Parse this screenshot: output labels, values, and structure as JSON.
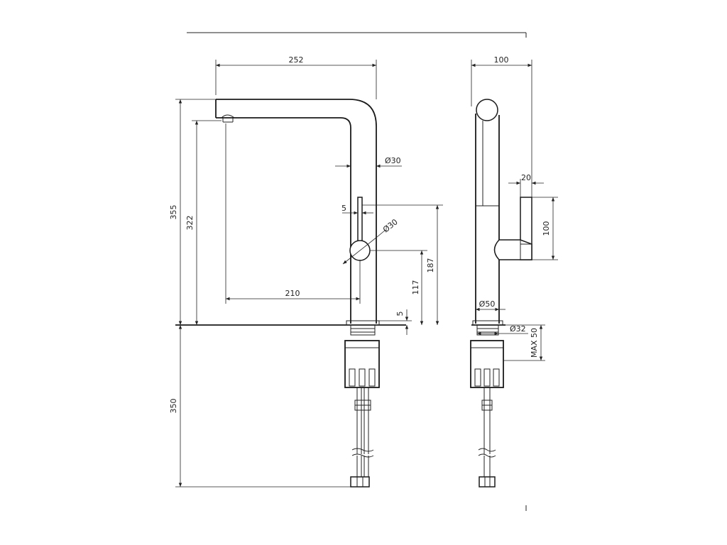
{
  "drawing": {
    "front_view": {
      "dim_overall_reach": "252",
      "dim_spout_diameter": "Ø30",
      "dim_lever_thickness": "5",
      "dim_lever_diameter": "Ø30",
      "dim_overall_height": "355",
      "dim_outlet_height": "322",
      "dim_spout_projection": "210",
      "dim_lever_top_height": "187",
      "dim_lever_center_height": "117",
      "dim_base_ring": "5",
      "dim_hose_length": "350"
    },
    "side_view": {
      "dim_depth": "100",
      "dim_handle_width": "20",
      "dim_handle_height": "100",
      "dim_body_diameter": "Ø50",
      "dim_shank_diameter": "Ø32",
      "dim_max_deck": "MAX 50"
    }
  }
}
